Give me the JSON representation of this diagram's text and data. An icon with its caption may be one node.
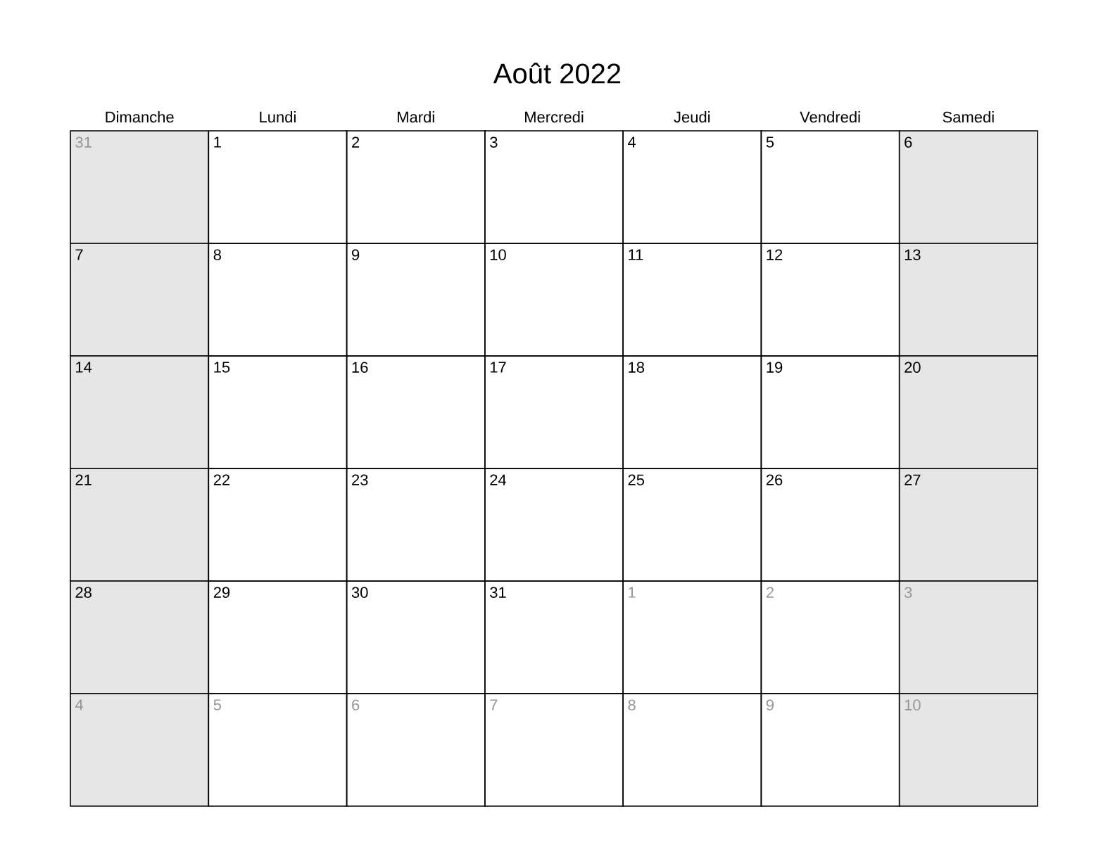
{
  "diagram": {
    "title": "Août 2022",
    "labels": [
      "Dimanche",
      "Lundi",
      "Mardi",
      "Mercredi",
      "Jeudi",
      "Vendredi",
      "Samedi",
      "31",
      "1",
      "2",
      "3",
      "4",
      "5",
      "6",
      "7",
      "8",
      "9",
      "10",
      "11",
      "12",
      "13",
      "14",
      "15",
      "16",
      "17",
      "18",
      "19",
      "20",
      "21",
      "22",
      "23",
      "24",
      "25",
      "26",
      "27",
      "28",
      "29",
      "30",
      "31",
      "1",
      "2",
      "3",
      "4",
      "5",
      "6",
      "7",
      "8",
      "9",
      "10"
    ]
  }
}
